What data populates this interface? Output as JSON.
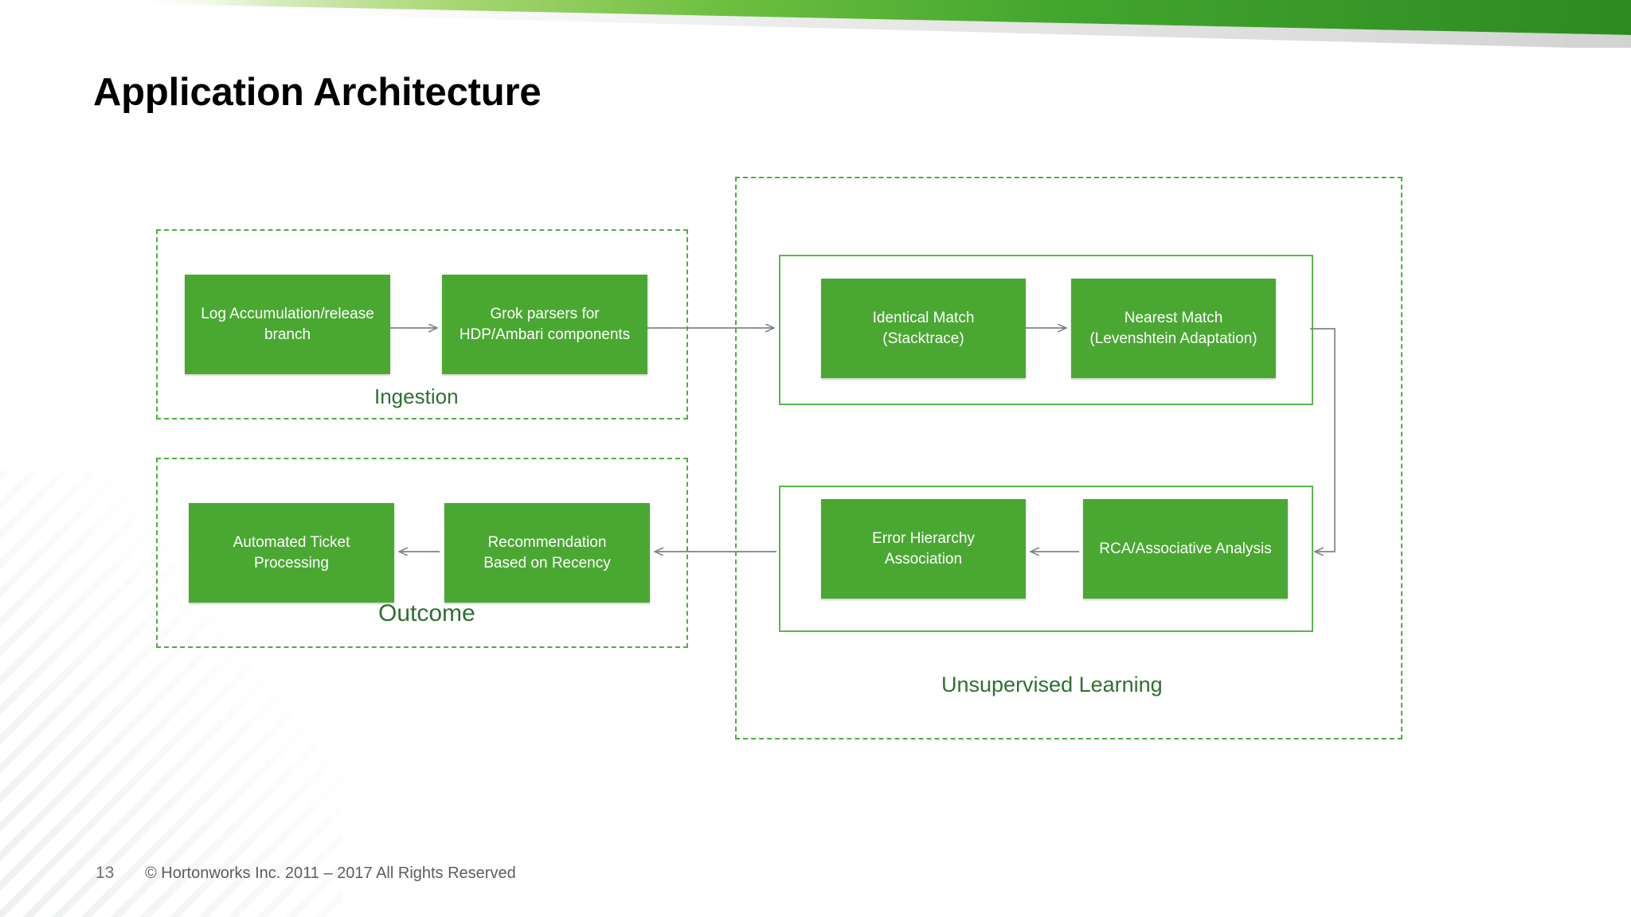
{
  "slide": {
    "title": "Application Architecture",
    "accent_green": "#4AA832",
    "group_border_green": "#4CAF3F",
    "group_label_green": "#2E7031",
    "banner_light_green": "#A6D66B",
    "banner_dark_green": "#2E8B23",
    "connector_gray": "#808285"
  },
  "groups": {
    "ingestion": {
      "label": "Ingestion",
      "boxes": [
        {
          "line1": "Log Accumulation/release",
          "line2": "branch"
        },
        {
          "line1": "Grok parsers for",
          "line2": "HDP/Ambari components"
        }
      ]
    },
    "outcome": {
      "label": "Outcome",
      "boxes": [
        {
          "line1": "Automated Ticket",
          "line2": "Processing"
        },
        {
          "line1": "Recommendation",
          "line2": "Based on Recency"
        }
      ]
    },
    "unsupervised": {
      "label": "Unsupervised Learning",
      "top_row": [
        {
          "line1": "Identical Match",
          "line2": "(Stacktrace)"
        },
        {
          "line1": "Nearest Match",
          "line2": "(Levenshtein Adaptation)"
        }
      ],
      "bottom_row": [
        {
          "line1": "Error Hierarchy",
          "line2": "Association"
        },
        {
          "line1": "RCA/Associative Analysis",
          "line2": ""
        }
      ]
    }
  },
  "footer": {
    "page_number": "13",
    "copyright": "© Hortonworks Inc. 2011 – 2017  All Rights Reserved"
  }
}
